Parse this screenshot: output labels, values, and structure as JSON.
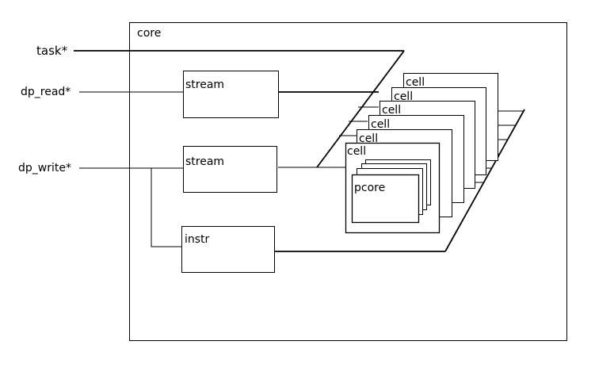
{
  "core": {
    "label": "core"
  },
  "inputs": {
    "task": "task*",
    "dp_read": "dp_read*",
    "dp_write": "dp_write*"
  },
  "blocks": {
    "stream_read": "stream",
    "stream_write": "stream",
    "instr": "instr"
  },
  "cells": [
    "cell",
    "cell",
    "cell",
    "cell",
    "cell",
    "cell"
  ],
  "pcore": {
    "label": "pcore"
  }
}
